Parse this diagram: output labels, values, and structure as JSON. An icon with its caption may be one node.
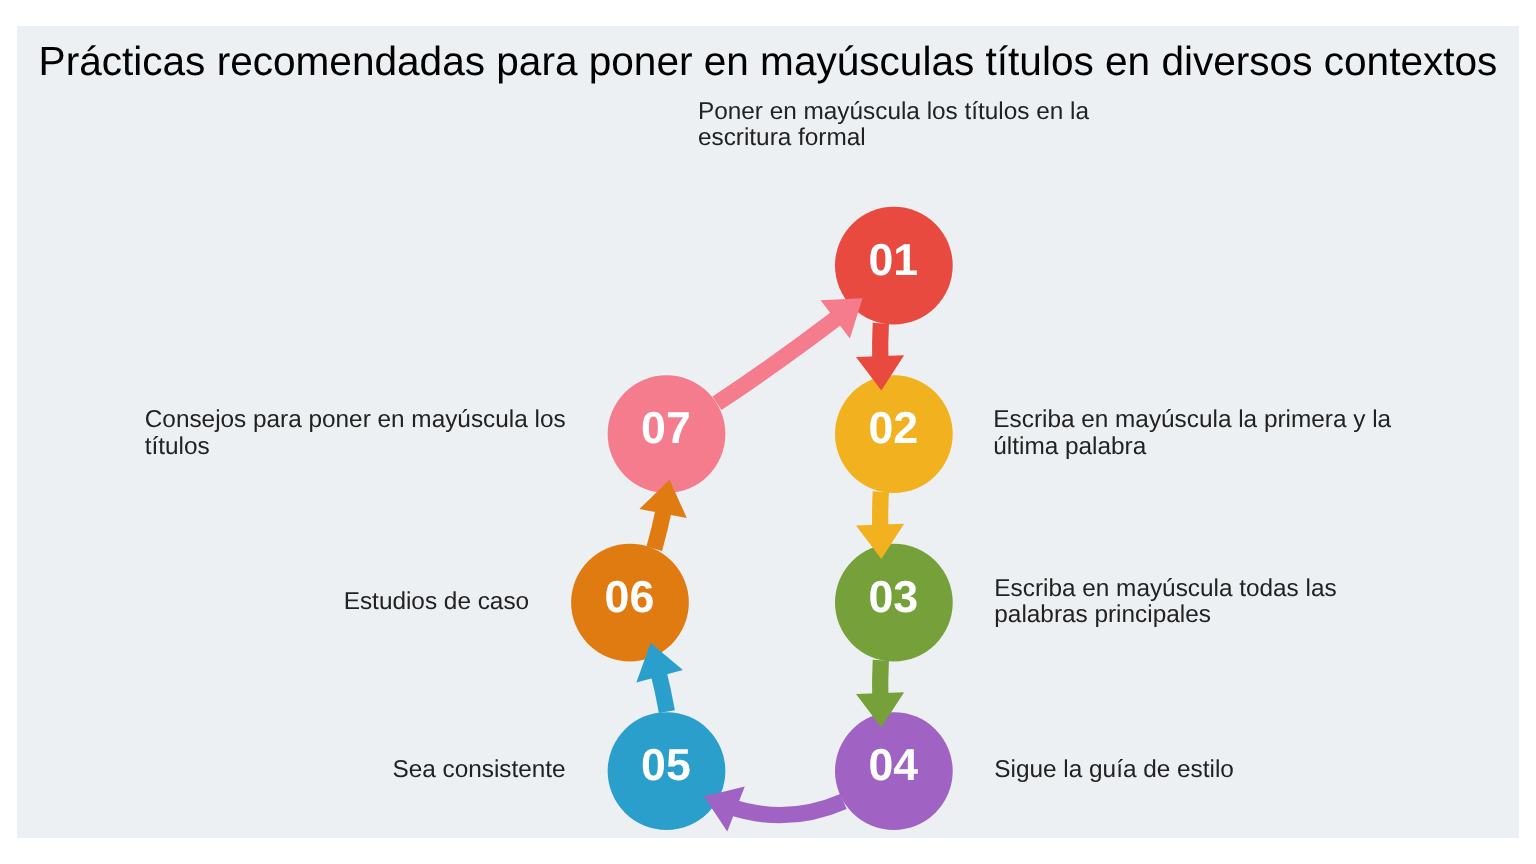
{
  "diagram": {
    "title": "Prácticas recomendadas para poner en mayúsculas títulos en diversos contextos",
    "nodes": [
      {
        "text": [
          "01"
        ],
        "beside": [
          "Poner en mayúscula los títulos en la escritura formal"
        ]
      },
      {
        "text": [
          "02"
        ],
        "beside": [
          "Escriba en mayúscula la primera y la última palabra"
        ]
      },
      {
        "text": [
          "03"
        ],
        "beside": [
          "Escriba en mayúscula todas las palabras principales"
        ]
      },
      {
        "text": [
          "04"
        ],
        "beside": [
          "Sigue la guía de estilo"
        ]
      },
      {
        "text": [
          "05"
        ],
        "beside": [
          "Sea consistente"
        ]
      },
      {
        "text": [
          "06"
        ],
        "beside": [
          "Estudios de caso"
        ]
      },
      {
        "text": [
          "07"
        ],
        "beside": [
          "Consejos para poner en mayúscula los títulos"
        ]
      }
    ],
    "edges": [
      {
        "from": 0,
        "to": 1,
        "arrow": "to",
        "color": "#e84a3f"
      },
      {
        "from": 1,
        "to": 2,
        "arrow": "to",
        "color": "#f2b11f"
      },
      {
        "from": 2,
        "to": 3,
        "arrow": "to",
        "color": "#76a03a"
      },
      {
        "from": 3,
        "to": 4,
        "arrow": "to",
        "color": "#a063c4"
      },
      {
        "from": 4,
        "to": 5,
        "arrow": "to",
        "color": "#2a9fcb"
      },
      {
        "from": 5,
        "to": 6,
        "arrow": "to",
        "color": "#e07b12"
      },
      {
        "from": 6,
        "to": 0,
        "arrow": "to",
        "color": "#f47c8c"
      }
    ]
  }
}
